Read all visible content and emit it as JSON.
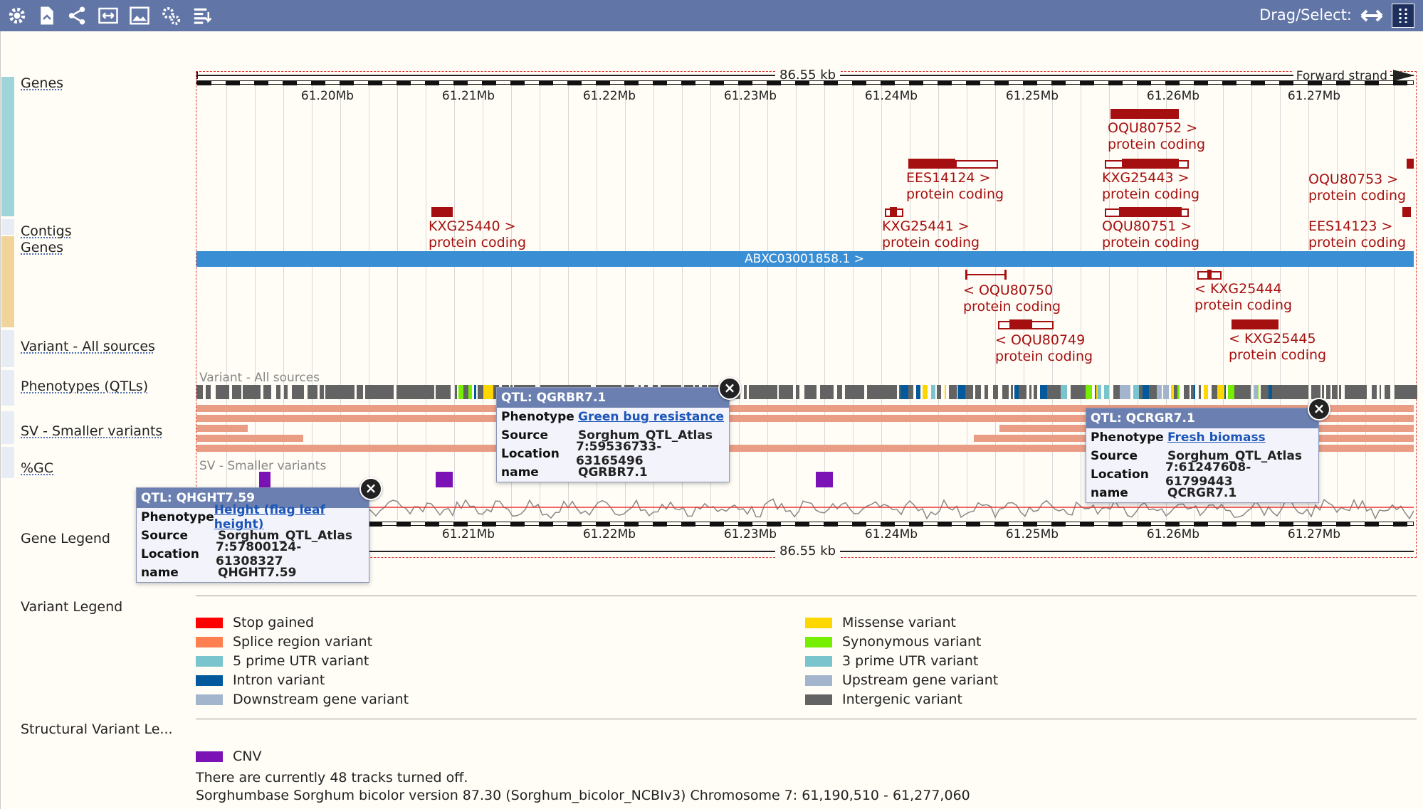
{
  "toolbar": {
    "icons": [
      "gear-icon",
      "export-icon",
      "share-icon",
      "resize-icon",
      "image-icon",
      "settings-icon",
      "reorder-icon"
    ],
    "drag_select_label": "Drag/Select:"
  },
  "ruler": {
    "span_label": "86.55 kb",
    "strand_label": "Forward strand",
    "ticks": [
      "61.20Mb",
      "61.21Mb",
      "61.22Mb",
      "61.23Mb",
      "61.24Mb",
      "61.25Mb",
      "61.26Mb",
      "61.27Mb"
    ]
  },
  "tracks": {
    "genes_top": "Genes",
    "contigs": "Contigs",
    "genes_bottom": "Genes",
    "variants": "Variant - All sources",
    "phenotypes": "Phenotypes (QTLs)",
    "sv": "SV - Smaller variants",
    "gc": "%GC"
  },
  "track_inline": {
    "variants": "Variant - All sources",
    "sv": "SV - Smaller variants",
    "contig_name": "ABXC03001858.1 >"
  },
  "genes_forward": [
    {
      "name": "KXG25440 >",
      "type": "protein coding"
    },
    {
      "name": "EES14124 >",
      "type": "protein coding"
    },
    {
      "name": "KXG25441 >",
      "type": "protein coding"
    },
    {
      "name": "OQU80752 >",
      "type": "protein coding"
    },
    {
      "name": "KXG25443 >",
      "type": "protein coding"
    },
    {
      "name": "OQU80751 >",
      "type": "protein coding"
    },
    {
      "name": "OQU80753 >",
      "type": "protein coding"
    },
    {
      "name": "EES14123 >",
      "type": "protein coding"
    }
  ],
  "genes_reverse": [
    {
      "name": "< OQU80750",
      "type": "protein coding"
    },
    {
      "name": "< OQU80749",
      "type": "protein coding"
    },
    {
      "name": "< KXG25444",
      "type": "protein coding"
    },
    {
      "name": "< KXG25445",
      "type": "protein coding"
    }
  ],
  "popups": [
    {
      "title": "QTL: QGRBR7.1",
      "phenotype_key": "Phenotype",
      "phenotype": "Green bug resistance",
      "source_key": "Source",
      "source": "Sorghum_QTL_Atlas",
      "location_key": "Location",
      "location": "7:59536733-63165496",
      "name_key": "name",
      "name": "QGRBR7.1"
    },
    {
      "title": "QTL: QCRGR7.1",
      "phenotype_key": "Phenotype",
      "phenotype": "Fresh biomass",
      "source_key": "Source",
      "source": "Sorghum_QTL_Atlas",
      "location_key": "Location",
      "location": "7:61247608-61799443",
      "name_key": "name",
      "name": "QCRGR7.1"
    },
    {
      "title": "QTL: QHGHT7.59",
      "phenotype_key": "Phenotype",
      "phenotype": "Height (flag leaf height)",
      "source_key": "Source",
      "source": "Sorghum_QTL_Atlas",
      "location_key": "Location",
      "location": "7:57800124-61308327",
      "name_key": "name",
      "name": "QHGHT7.59"
    }
  ],
  "legends": {
    "gene_heading": "Gene Legend",
    "variant_heading": "Variant Legend",
    "sv_heading": "Structural Variant Le...",
    "variant_items": [
      {
        "label": "Stop gained",
        "color": "#ff0000"
      },
      {
        "label": "Missense variant",
        "color": "#ffd700"
      },
      {
        "label": "Splice region variant",
        "color": "#ff7f50"
      },
      {
        "label": "Synonymous variant",
        "color": "#76ee00"
      },
      {
        "label": "5 prime UTR variant",
        "color": "#7ac5cd"
      },
      {
        "label": "3 prime UTR variant",
        "color": "#7ac5cd"
      },
      {
        "label": "Intron variant",
        "color": "#02599c"
      },
      {
        "label": "Upstream gene variant",
        "color": "#a2b5cd"
      },
      {
        "label": "Downstream gene variant",
        "color": "#a2b5cd"
      },
      {
        "label": "Intergenic variant",
        "color": "#636363"
      }
    ],
    "sv_items": [
      {
        "label": "CNV",
        "color": "#7b12b5"
      }
    ]
  },
  "footer": {
    "tracks_off": "There are currently 48 tracks turned off.",
    "assembly": "Sorghumbase Sorghum bicolor version 87.30 (Sorghum_bicolor_NCBIv3) Chromosome 7: 61,190,510 - 61,277,060"
  }
}
